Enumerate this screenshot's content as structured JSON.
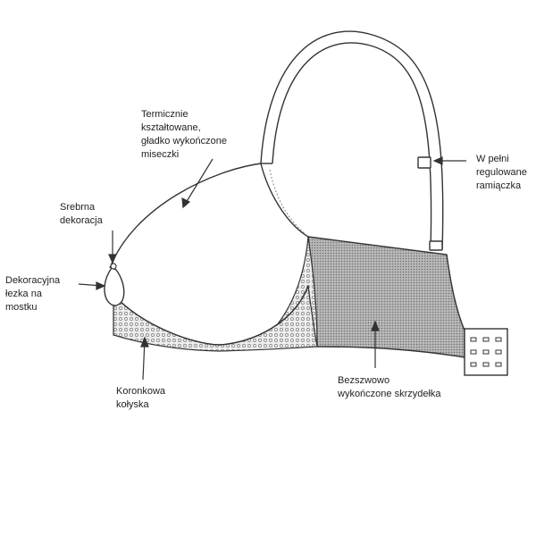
{
  "labels": {
    "cups": [
      "Termicznie",
      "kształtowane,",
      "gładko wykończone",
      "miseczki"
    ],
    "strap": [
      "W pełni",
      "regulowane",
      "ramiączka"
    ],
    "silver": [
      "Srebrna",
      "dekoracja"
    ],
    "bridge": [
      "Dekoracyjna",
      "łezka na",
      "mostku"
    ],
    "cradle": [
      "Koronkowa",
      "kołyska"
    ],
    "wing": [
      "Bezszwowo",
      "wykończone skrzydełka"
    ]
  },
  "colors": {
    "line": "#333333",
    "fill": "#ffffff",
    "lace": "#9a9a9a",
    "mesh": "#8c8c8c"
  }
}
